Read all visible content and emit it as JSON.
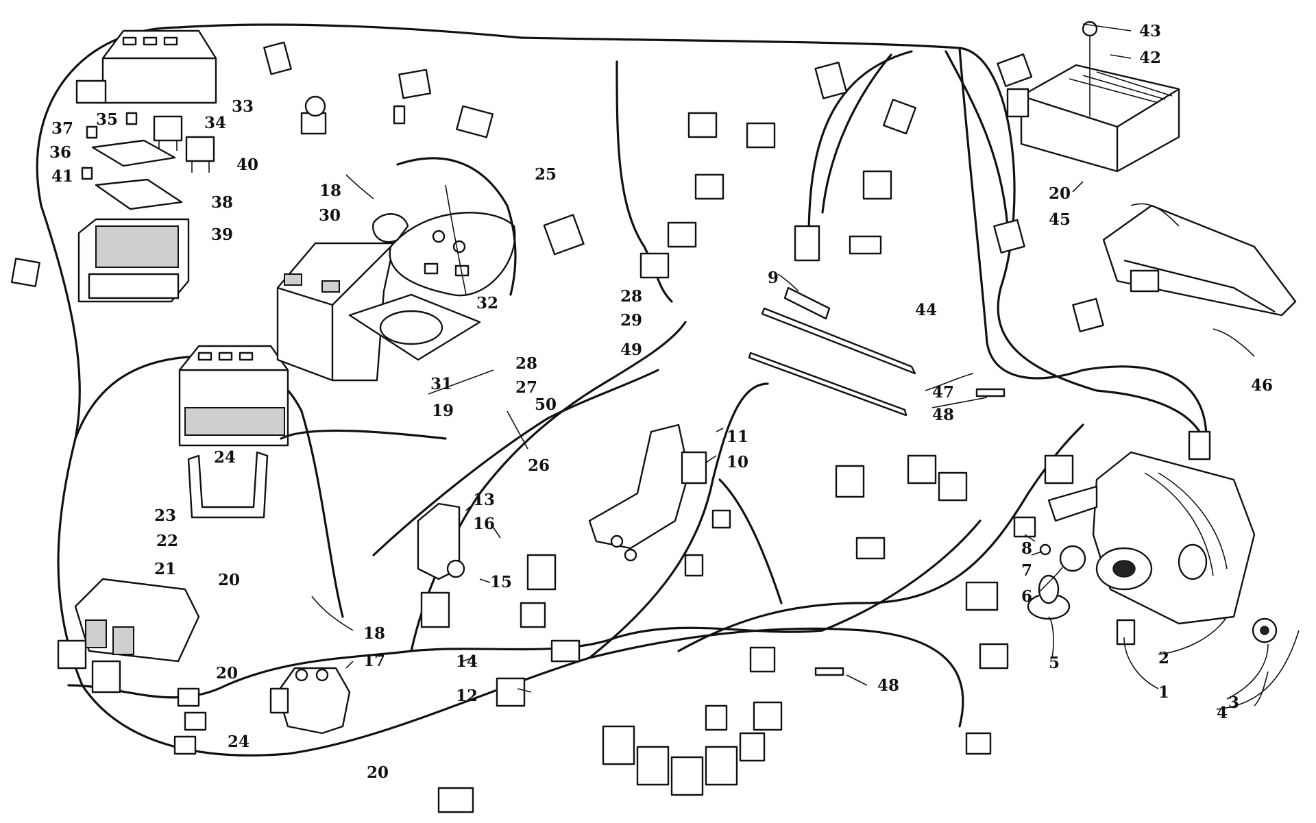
{
  "callouts": [
    {
      "n": "1"
    },
    {
      "n": "2"
    },
    {
      "n": "3"
    },
    {
      "n": "4"
    },
    {
      "n": "5"
    },
    {
      "n": "6"
    },
    {
      "n": "7"
    },
    {
      "n": "8"
    },
    {
      "n": "9"
    },
    {
      "n": "10"
    },
    {
      "n": "11"
    },
    {
      "n": "12"
    },
    {
      "n": "13"
    },
    {
      "n": "14"
    },
    {
      "n": "15"
    },
    {
      "n": "16"
    },
    {
      "n": "17"
    },
    {
      "n": "18"
    },
    {
      "n": "18"
    },
    {
      "n": "19"
    },
    {
      "n": "20"
    },
    {
      "n": "20"
    },
    {
      "n": "20"
    },
    {
      "n": "20"
    },
    {
      "n": "21"
    },
    {
      "n": "22"
    },
    {
      "n": "23"
    },
    {
      "n": "24"
    },
    {
      "n": "24"
    },
    {
      "n": "25"
    },
    {
      "n": "26"
    },
    {
      "n": "27"
    },
    {
      "n": "28"
    },
    {
      "n": "28"
    },
    {
      "n": "29"
    },
    {
      "n": "30"
    },
    {
      "n": "31"
    },
    {
      "n": "32"
    },
    {
      "n": "33"
    },
    {
      "n": "34"
    },
    {
      "n": "35"
    },
    {
      "n": "36"
    },
    {
      "n": "37"
    },
    {
      "n": "38"
    },
    {
      "n": "39"
    },
    {
      "n": "40"
    },
    {
      "n": "41"
    },
    {
      "n": "42"
    },
    {
      "n": "43"
    },
    {
      "n": "44"
    },
    {
      "n": "45"
    },
    {
      "n": "46"
    },
    {
      "n": "47"
    },
    {
      "n": "48"
    },
    {
      "n": "48"
    },
    {
      "n": "49"
    },
    {
      "n": "50"
    }
  ]
}
